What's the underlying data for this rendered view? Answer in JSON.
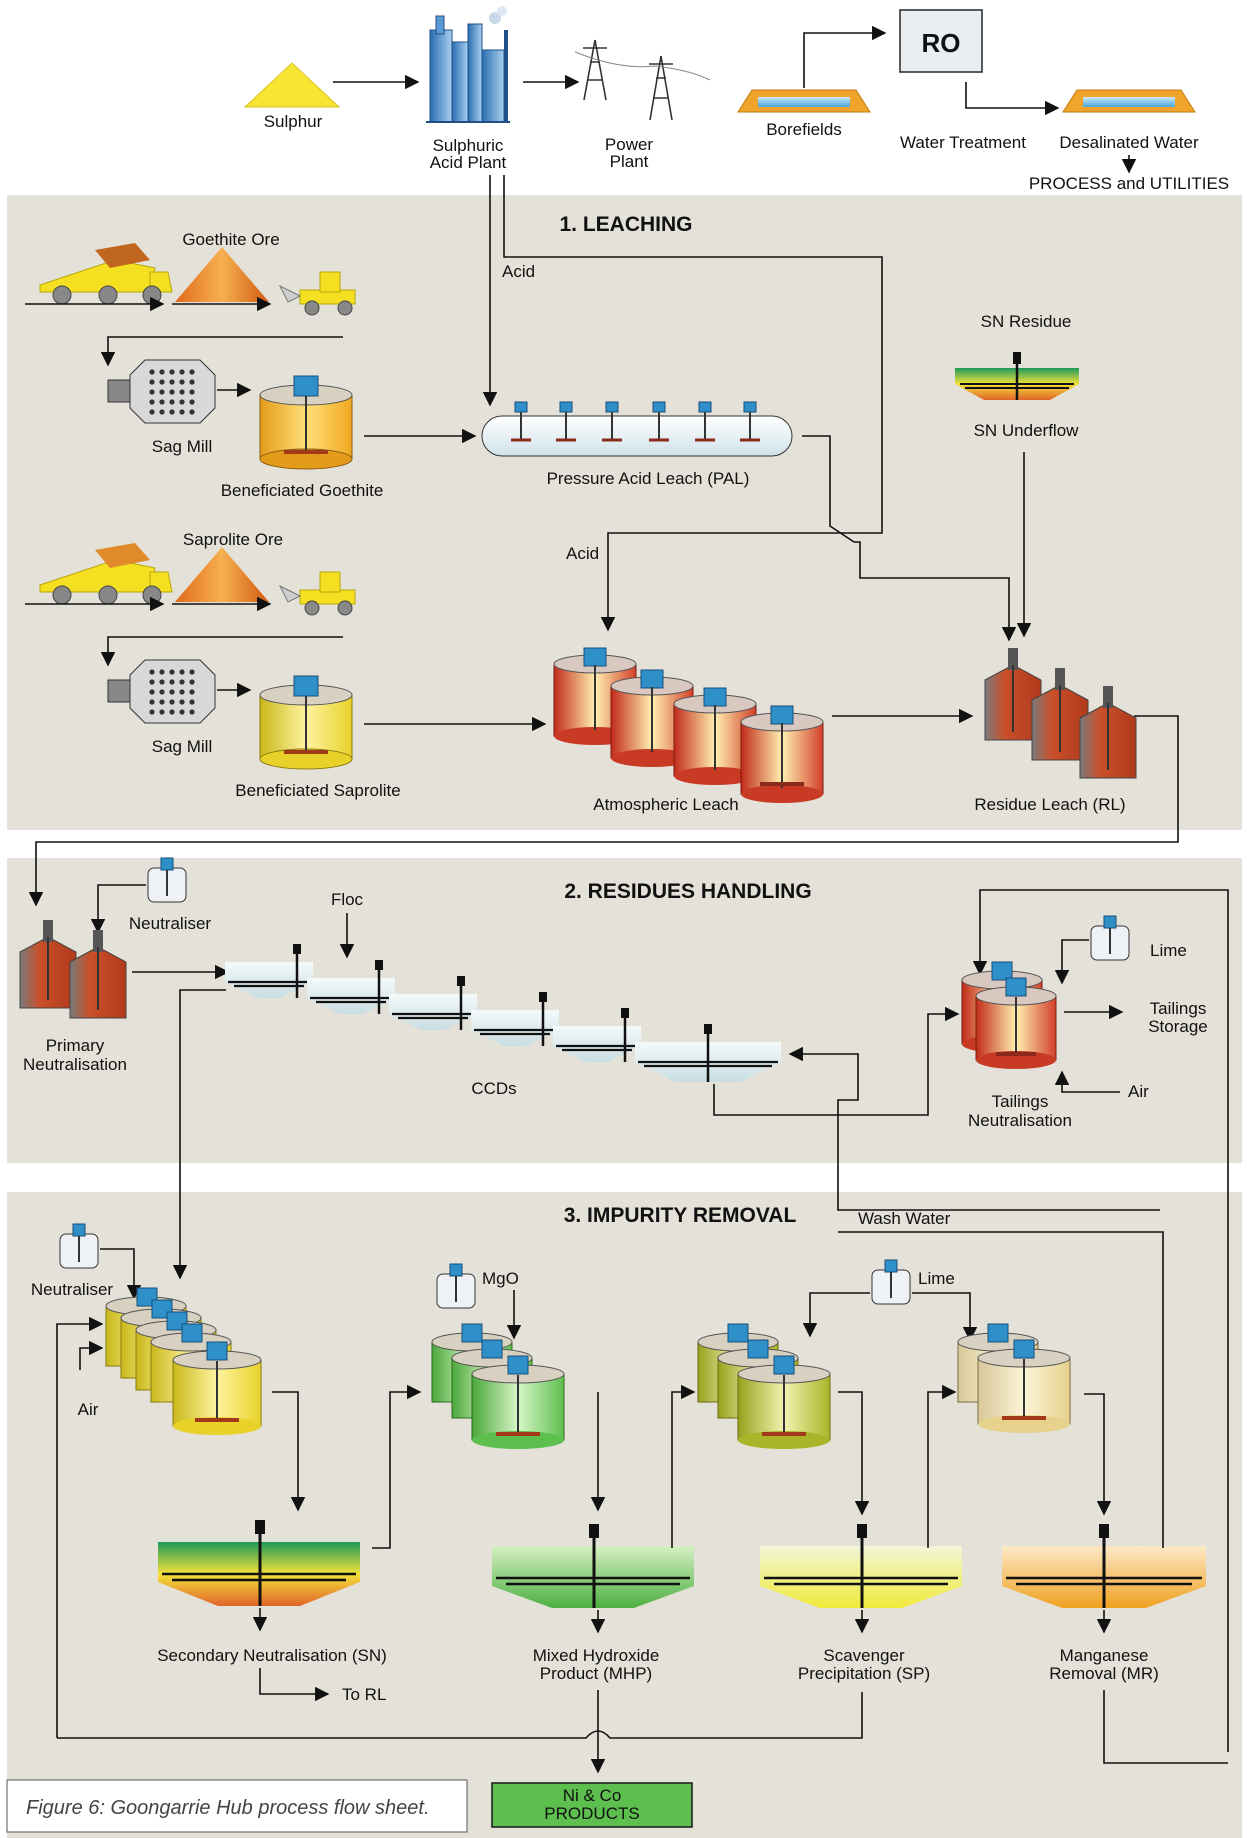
{
  "supply": {
    "sulphur": "Sulphur",
    "acid_plant": [
      "Sulphuric",
      "Acid Plant"
    ],
    "power_plant": [
      "Power",
      "Plant"
    ],
    "borefields": "Borefields",
    "ro": "RO",
    "water_treatment": "Water Treatment",
    "desalinated": "Desalinated Water",
    "process_utilities": "PROCESS and UTILITIES"
  },
  "leaching": {
    "title": "1. LEACHING",
    "goethite_ore": "Goethite Ore",
    "acid_1": "Acid",
    "acid_2": "Acid",
    "sag_mill_1": "Sag Mill",
    "sag_mill_2": "Sag Mill",
    "beneficiated_goethite": "Beneficiated Goethite",
    "pal": "Pressure Acid Leach (PAL)",
    "sn_residue": "SN Residue",
    "sn_underflow": "SN Underflow",
    "saprolite_ore": "Saprolite Ore",
    "beneficiated_saprolite": "Beneficiated Saprolite",
    "atmospheric_leach": "Atmospheric Leach",
    "residue_leach": "Residue Leach (RL)"
  },
  "residues": {
    "title": "2. RESIDUES HANDLING",
    "neutraliser": "Neutraliser",
    "floc": "Floc",
    "primary_neutralisation": [
      "Primary",
      "Neutralisation"
    ],
    "ccds": "CCDs",
    "lime": "Lime",
    "tailings_storage": [
      "Tailings",
      "Storage"
    ],
    "air": "Air",
    "tailings_neutralisation": [
      "Tailings",
      "Neutralisation"
    ]
  },
  "impurity": {
    "title": "3. IMPURITY REMOVAL",
    "wash_water": "Wash Water",
    "neutraliser": "Neutraliser",
    "air": "Air",
    "mgo": "MgO",
    "lime": "Lime",
    "sn": "Secondary Neutralisation (SN)",
    "to_rl": "To RL",
    "mhp": [
      "Mixed Hydroxide",
      "Product (MHP)"
    ],
    "sp": [
      "Scavenger",
      "Precipitation (SP)"
    ],
    "mr": [
      "Manganese",
      "Removal (MR)"
    ]
  },
  "products": [
    "Ni & Co",
    "PRODUCTS"
  ],
  "caption": "Figure 6: Goongarrie Hub process flow sheet.",
  "colors": {
    "panel": "#e4e1d8",
    "yellow": "#f3e03a",
    "orange": "#e58a2c",
    "red": "#c83a24",
    "green": "#6cc04a",
    "olive": "#a6b22a",
    "blue": "#2f8fc9",
    "product_green": "#5cbf4e"
  }
}
